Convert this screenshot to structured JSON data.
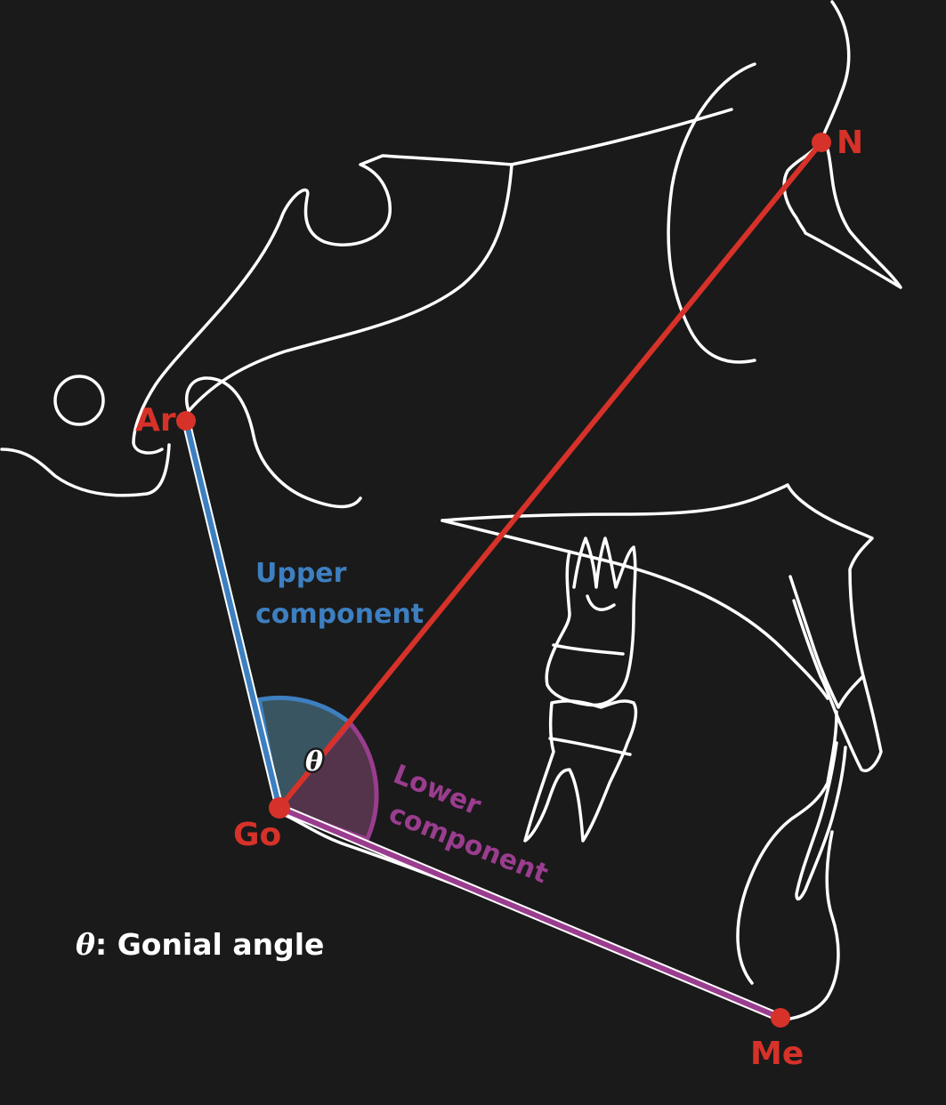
{
  "points": {
    "ar": "Ar",
    "n": "N",
    "go": "Go",
    "me": "Me"
  },
  "components": {
    "upper": [
      "Upper",
      "component"
    ],
    "lower": [
      "Lower",
      "component"
    ]
  },
  "angle_symbol": "θ",
  "caption": {
    "symbol": "θ",
    "text": ": Gonial angle"
  },
  "colors": {
    "background": "#1a1a1a",
    "outline": "#ffffff",
    "landmark": "#d63229",
    "upper_component": "#3d7fc0",
    "lower_component": "#9a3d8e",
    "n_go_line": "#d63229"
  }
}
